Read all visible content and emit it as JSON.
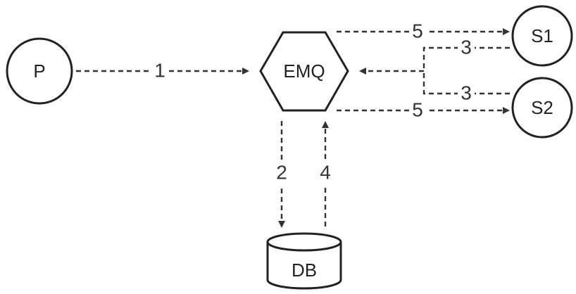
{
  "nodes": {
    "producer": {
      "label": "P"
    },
    "broker": {
      "label": "EMQ"
    },
    "subscriber_1": {
      "label": "S1"
    },
    "subscriber_2": {
      "label": "S2"
    },
    "database": {
      "label": "DB"
    }
  },
  "edges": {
    "p_to_emq": {
      "label": "1"
    },
    "emq_to_db": {
      "label": "2"
    },
    "s1_to_emq": {
      "label": "3"
    },
    "s2_to_emq": {
      "label": "3"
    },
    "db_to_emq": {
      "label": "4"
    },
    "emq_to_s1": {
      "label": "5"
    },
    "emq_to_s2": {
      "label": "5"
    }
  },
  "colors": {
    "stroke": "#222222",
    "edge": "#333333",
    "background": "#ffffff"
  }
}
